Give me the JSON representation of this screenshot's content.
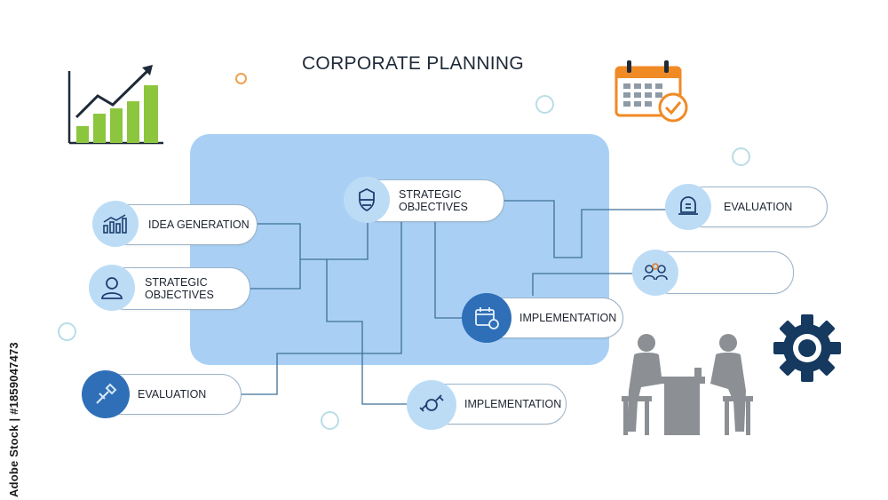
{
  "title": "CORPORATE PLANNING",
  "nodes": {
    "idea_generation": "IDEA GENERATION",
    "strategic_objectives_left": "STRATEGIC\nOBJECTIVES",
    "evaluation_left": "EVALUATION",
    "strategic_objectives_top": "STRATEGIC\nOBJECTIVES",
    "implementation_center": "IMPLEMENTATION",
    "implementation_bottom": "IMPLEMENTATION",
    "evaluation_right": "EVALUATION",
    "unlabeled_right": ""
  },
  "icons": {
    "growth_chart": "growth-chart-icon",
    "calendar": "calendar-check-icon",
    "gear": "gear-icon",
    "meeting": "meeting-people-icon"
  },
  "colors": {
    "panel": "#a9d0f4",
    "icon_circle": "#bcdcf6",
    "icon_circle_dark": "#2f6fb8",
    "icon_stroke": "#1d3e6e",
    "bars_green": "#8cc63f",
    "calendar_orange": "#f08a24",
    "gear": "#15395f",
    "people_gray": "#8c8f93"
  },
  "watermark": "Adobe Stock | #1859047473"
}
